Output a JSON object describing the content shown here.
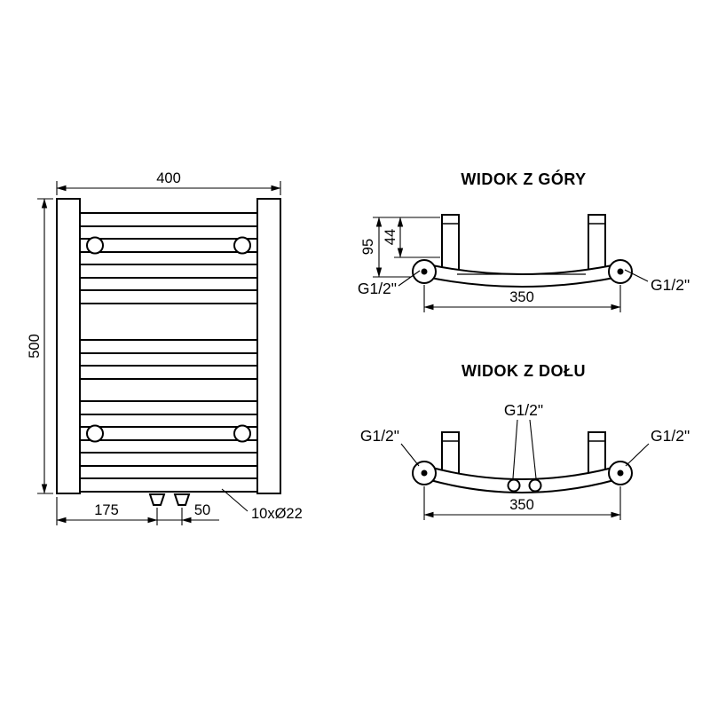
{
  "front_view": {
    "dim_width": "400",
    "dim_height": "500",
    "dim_pipe_offset": "175",
    "dim_pipe_spacing": "50",
    "tube_spec": "10xØ22"
  },
  "top_view": {
    "title": "WIDOK Z GÓRY",
    "dim_depth": "95",
    "dim_bracket": "44",
    "dim_connections": "350",
    "conn_left": "G1/2\"",
    "conn_right": "G1/2\""
  },
  "bottom_view": {
    "title": "WIDOK Z DOŁU",
    "dim_connections": "350",
    "conn_left": "G1/2\"",
    "conn_center": "G1/2\"",
    "conn_right": "G1/2\""
  }
}
